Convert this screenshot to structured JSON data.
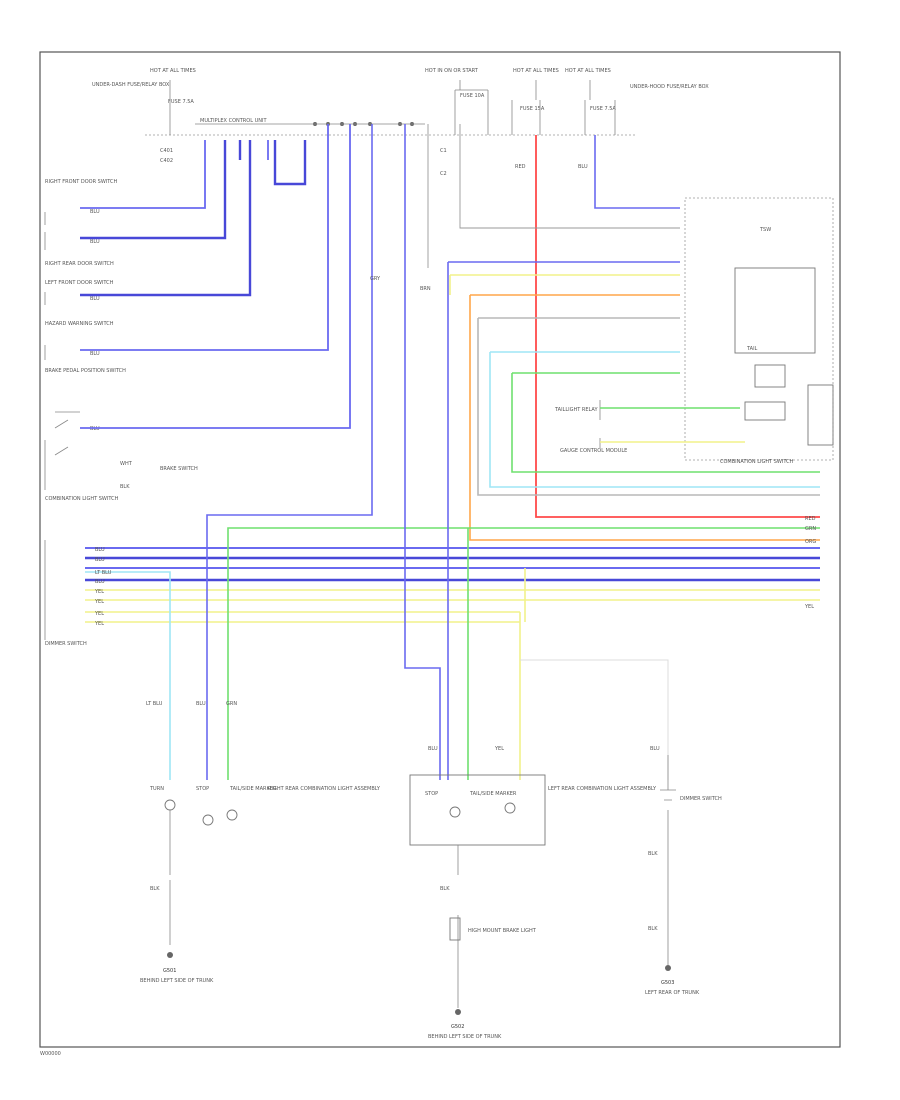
{
  "colors": {
    "blue": "#6a6af0",
    "dark_blue": "#4848d8",
    "red": "#ff4a4a",
    "orange": "#ffa64a",
    "yellow": "#f2f28a",
    "green": "#6fe06f",
    "cyan": "#9fe6f5",
    "gray": "#b8b8b8",
    "frame": "#555555"
  },
  "labels": {
    "footer_code": "W00000",
    "top_fuse_left": "HOT AT ALL TIMES",
    "top_fuse_mid": "HOT IN ON OR START",
    "top_fuse_r1": "HOT AT ALL TIMES",
    "top_fuse_r2": "HOT AT ALL TIMES",
    "fuse_box_left": "UNDER-DASH FUSE/RELAY BOX",
    "fuse_box_right": "UNDER-HOOD FUSE/RELAY BOX",
    "fuse_a": "FUSE 7.5A",
    "fuse_b": "FUSE 10A",
    "fuse_c": "FUSE 15A",
    "fuse_d": "FUSE 7.5A",
    "multiplex_box": "MULTIPLEX CONTROL UNIT",
    "combination_light": "COMBINATION LIGHT SWITCH",
    "right_front_door": "RIGHT FRONT DOOR SWITCH",
    "left_rear_door": "RIGHT REAR DOOR SWITCH",
    "left_door": "LEFT FRONT DOOR SWITCH",
    "hazard": "HAZARD WARNING SWITCH",
    "brake_pedal": "BRAKE PEDAL POSITION SWITCH",
    "brake_sw": "BRAKE SWITCH",
    "tail_light": "TAILLIGHT RELAY",
    "gauge_cluster": "GAUGE CONTROL MODULE",
    "dimmer": "DIMMER SWITCH",
    "right_rear_assy": "RIGHT REAR COMBINATION LIGHT ASSEMBLY",
    "left_rear_assy": "LEFT REAR COMBINATION LIGHT ASSEMBLY",
    "center_stop": "HIGH MOUNT BRAKE LIGHT",
    "ground_left": "G501",
    "ground_left_desc": "BEHIND LEFT SIDE OF TRUNK",
    "ground_mid": "G502",
    "ground_mid_desc": "BEHIND LEFT SIDE OF TRUNK",
    "ground_right": "G503",
    "ground_right_desc": "LEFT REAR OF TRUNK",
    "turn_r": "TURN",
    "stop_r": "STOP",
    "tail_r": "TAIL/SIDE MARKER",
    "stop_l": "STOP",
    "tail_l": "TAIL/SIDE MARKER",
    "wire_blu": "BLU",
    "wire_blk": "BLK",
    "wire_red": "RED",
    "wire_yel": "YEL",
    "wire_grn": "GRN",
    "wire_org": "ORG",
    "wire_lt_blu": "LT BLU",
    "wire_wht": "WHT",
    "wire_gry": "GRY",
    "wire_brn": "BRN"
  }
}
